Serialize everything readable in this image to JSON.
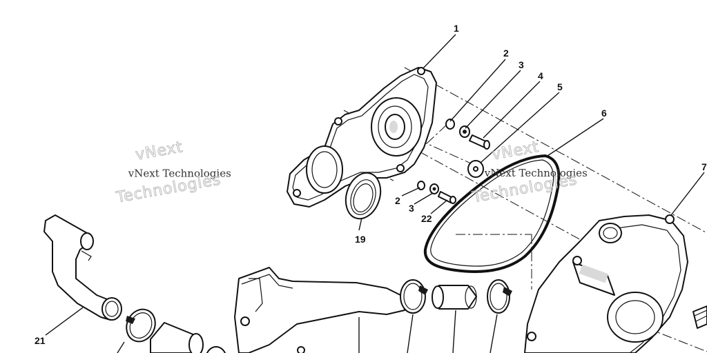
{
  "diagram": {
    "callouts": [
      {
        "id": "c1",
        "label": "1"
      },
      {
        "id": "c2a",
        "label": "2"
      },
      {
        "id": "c3a",
        "label": "3"
      },
      {
        "id": "c4",
        "label": "4"
      },
      {
        "id": "c5",
        "label": "5"
      },
      {
        "id": "c6",
        "label": "6"
      },
      {
        "id": "c7",
        "label": "7"
      },
      {
        "id": "c2b",
        "label": "2"
      },
      {
        "id": "c3b",
        "label": "3"
      },
      {
        "id": "c22",
        "label": "22"
      },
      {
        "id": "c19",
        "label": "19"
      },
      {
        "id": "c21",
        "label": "21"
      }
    ],
    "watermarks": [
      {
        "id": "wm1",
        "line1": "vNext",
        "line2": "vNext Technologies",
        "line3": "Technologies"
      },
      {
        "id": "wm2",
        "line1": "vNext",
        "line2": "vNext Technologies",
        "line3": "Technologies"
      }
    ]
  }
}
